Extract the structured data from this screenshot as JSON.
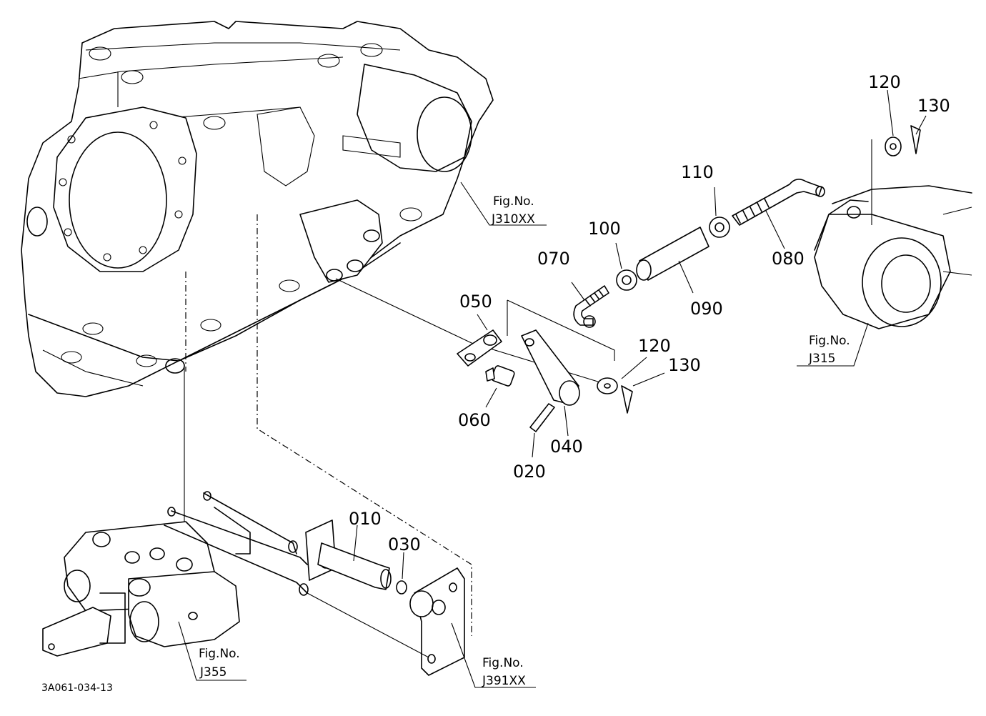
{
  "parts": {
    "p010": "010",
    "p020": "020",
    "p030": "030",
    "p040": "040",
    "p050": "050",
    "p060": "060",
    "p070": "070",
    "p080": "080",
    "p090": "090",
    "p100": "100",
    "p110": "110",
    "p120a": "120",
    "p130a": "130",
    "p120b": "120",
    "p130b": "130"
  },
  "figure_refs": {
    "j310": {
      "line1": "Fig.No.",
      "line2": "J310XX"
    },
    "j315": {
      "line1": "Fig.No.",
      "line2": "J315"
    },
    "j355": {
      "line1": "Fig.No.",
      "line2": "J355"
    },
    "j391": {
      "line1": "Fig.No.",
      "line2": "J391XX"
    }
  },
  "drawing_code": "3A061-034-13"
}
